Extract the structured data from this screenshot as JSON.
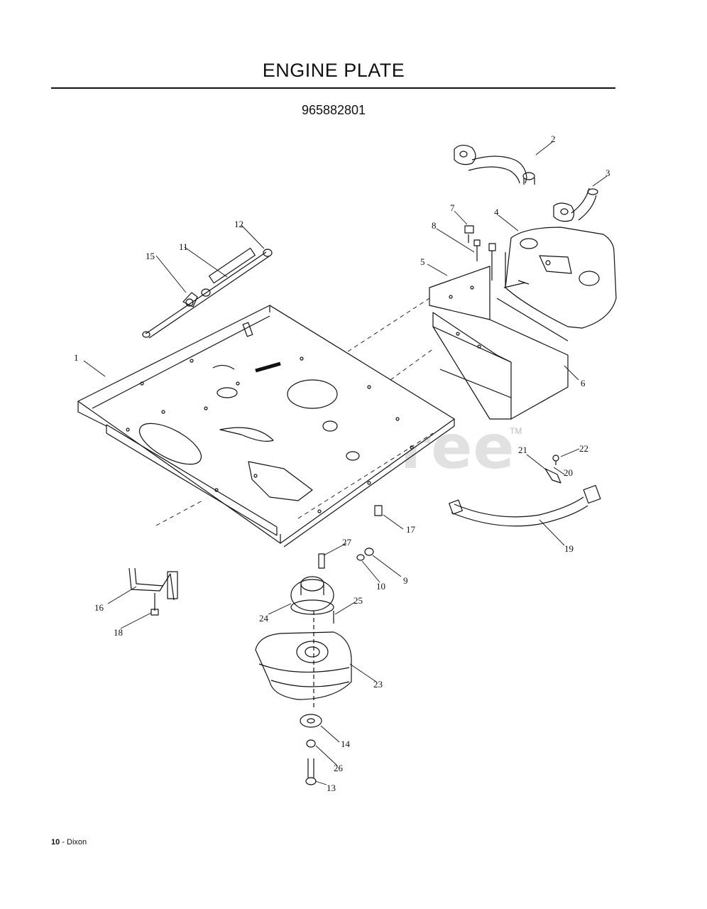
{
  "header": {
    "title": "ENGINE PLATE",
    "part_number": "965882801"
  },
  "watermark": {
    "text": "PartsTree",
    "tm": "TM"
  },
  "footer": {
    "page": "10",
    "sep": " - ",
    "brand": "Dixon"
  },
  "callouts": [
    "1",
    "2",
    "3",
    "4",
    "5",
    "6",
    "7",
    "8",
    "9",
    "10",
    "11",
    "12",
    "13",
    "14",
    "15",
    "16",
    "17",
    "18",
    "19",
    "20",
    "21",
    "22",
    "23",
    "24",
    "25",
    "26",
    "27"
  ]
}
